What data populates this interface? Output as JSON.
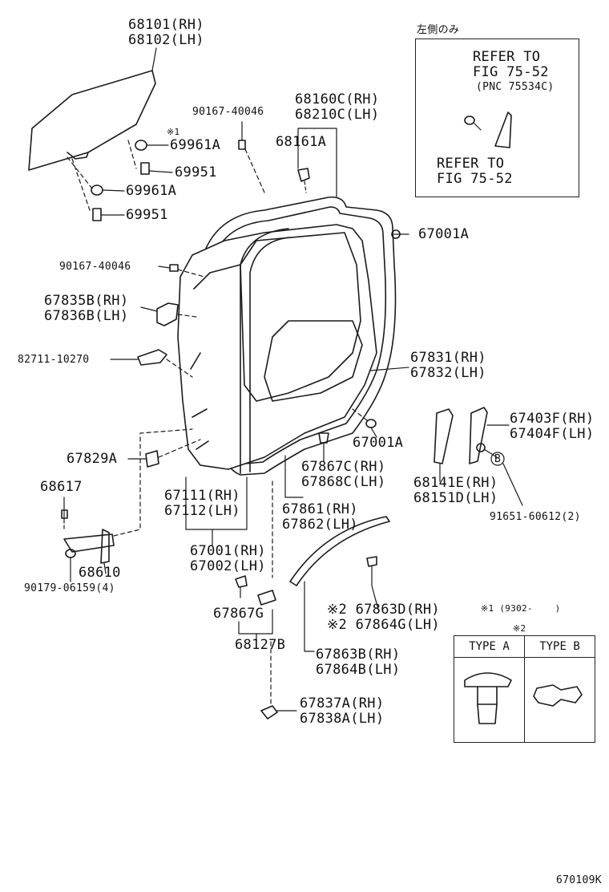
{
  "inset": {
    "note": "左側のみ",
    "refer_top_line1": "REFER TO",
    "refer_top_line2": "FIG 75-52",
    "refer_top_pnc": "(PNC 75534C)",
    "refer_bottom_line1": "REFER TO",
    "refer_bottom_line2": "FIG 75-52"
  },
  "labels": {
    "p68101": "68101(RH)",
    "p68102": "68102(LH)",
    "p90167_top": "90167-40046",
    "p68160C": "68160C(RH)",
    "p68210C": "68210C(LH)",
    "p68161A": "68161A",
    "note1_mark": "※1",
    "p69961A_top": "69961A",
    "p69951_top": "69951",
    "p69961A_bot": "69961A",
    "p69951_bot": "69951",
    "p67001A_top": "67001A",
    "p90167_mid": "90167-40046",
    "p67835B": "67835B(RH)",
    "p67836B": "67836B(LH)",
    "p82711": "82711-10270",
    "p67831": "67831(RH)",
    "p67832": "67832(LH)",
    "p67403F": "67403F(RH)",
    "p67404F": "67404F(LH)",
    "p67001A_mid": "67001A",
    "p67829A": "67829A",
    "p67867C": "67867C(RH)",
    "p67868C": "67868C(LH)",
    "p68141E": "68141E(RH)",
    "p68151D": "68151D(LH)",
    "p68617": "68617",
    "p67111": "67111(RH)",
    "p67112": "67112(LH)",
    "p67861": "67861(RH)",
    "p67862": "67862(LH)",
    "p91651": "91651-60612(2)",
    "b_mark": "B",
    "p67001": "67001(RH)",
    "p67002": "67002(LH)",
    "p68610": "68610",
    "p90179": "90179-06159(4)",
    "note1_range": "※1 (9302-    )",
    "note2_mark": "※2",
    "p67863D": "※2 67863D(RH)",
    "p67864G": "※2 67864G(LH)",
    "p67867G": "67867G",
    "p68127B": "68127B",
    "p67863B": "67863B(RH)",
    "p67864B": "67864B(LH)",
    "p67837A": "67837A(RH)",
    "p67838A": "67838A(LH)",
    "footer_code": "670109K"
  },
  "type_table": {
    "type_a": "TYPE A",
    "type_b": "TYPE B"
  }
}
